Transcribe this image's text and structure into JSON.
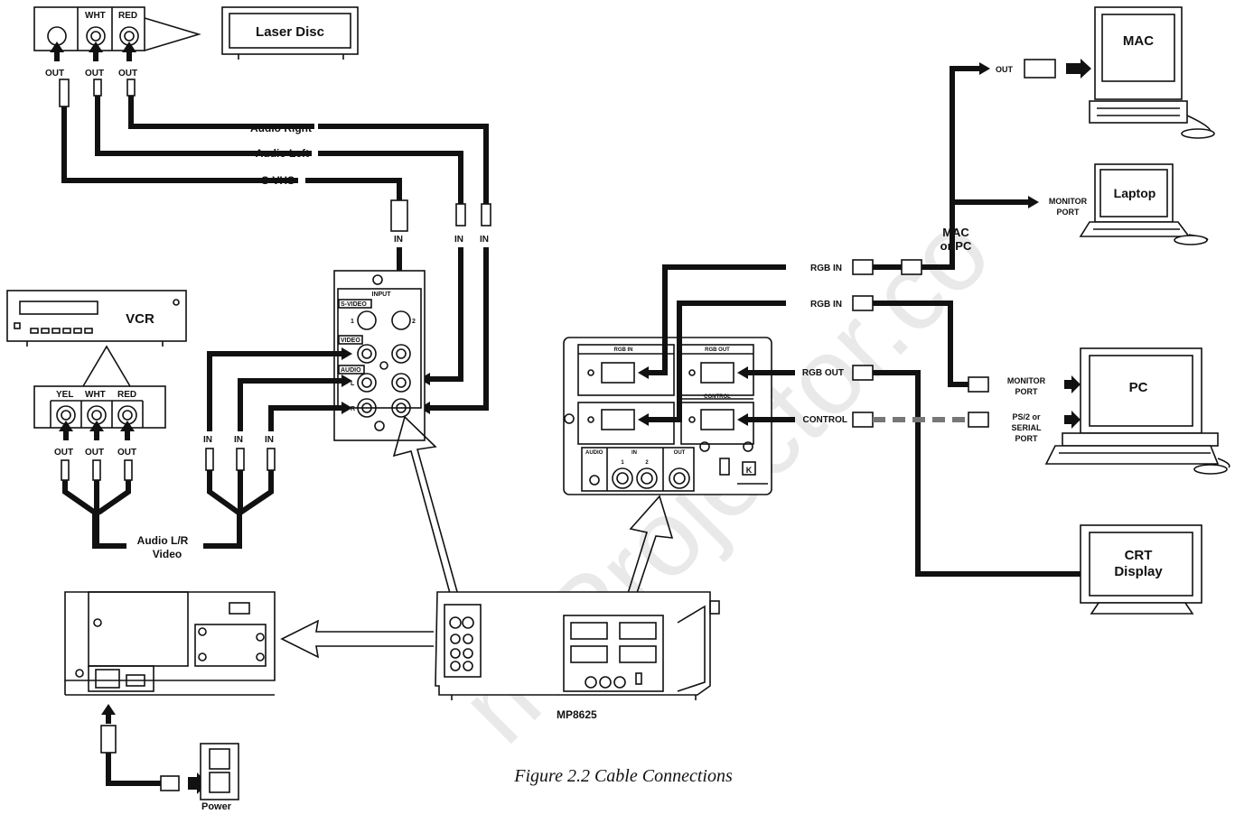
{
  "watermark": "m Projector.co",
  "caption": "Figure 2.2 Cable Connections",
  "projector_model": "MP8625",
  "power_label": "Power",
  "laser_disc": {
    "name": "Laser Disc",
    "jack_colors": [
      "WHT",
      "RED"
    ],
    "out_labels": [
      "OUT",
      "OUT",
      "OUT"
    ]
  },
  "cables_top": {
    "audio_right": "Audio Right",
    "audio_left": "Audio Left",
    "svhs": "S-VHS",
    "in_labels": [
      "IN",
      "IN",
      "IN"
    ]
  },
  "vcr": {
    "name": "VCR",
    "jack_colors": [
      "YEL",
      "WHT",
      "RED"
    ],
    "out_labels": [
      "OUT",
      "OUT",
      "OUT"
    ],
    "bundle_label_1": "Audio L/R",
    "bundle_label_2": "Video",
    "in_labels": [
      "IN",
      "IN",
      "IN"
    ]
  },
  "input_panel": {
    "title": "INPUT",
    "svideo": "S-VIDEO",
    "video": "VIDEO",
    "audio": "AUDIO",
    "n1": "1",
    "n2": "2",
    "left": "L",
    "right": "R"
  },
  "rgb_panel": {
    "rgb_in": "RGB  IN",
    "rgb_out": "RGB  OUT",
    "control": "CONTROL",
    "audio": "AUDIO",
    "in": "IN",
    "out": "OUT",
    "n1": "1",
    "n2": "2",
    "lock": "K"
  },
  "connections": {
    "rgb_in_1": "RGB IN",
    "rgb_in_2": "RGB IN",
    "rgb_out": "RGB OUT",
    "control": "CONTROL",
    "mac_or_pc_1": "MAC",
    "mac_or_pc_2": "or PC",
    "mac_out": "OUT",
    "monitor_port_1": "MONITOR",
    "monitor_port_2": "PORT",
    "pc_monitor_port_1": "MONITOR",
    "pc_monitor_port_2": "PORT",
    "ps2_1": "PS/2 or",
    "ps2_2": "SERIAL",
    "ps2_3": "PORT"
  },
  "computers": {
    "mac": "MAC",
    "laptop": "Laptop",
    "pc": "PC",
    "crt_1": "CRT",
    "crt_2": "Display"
  }
}
